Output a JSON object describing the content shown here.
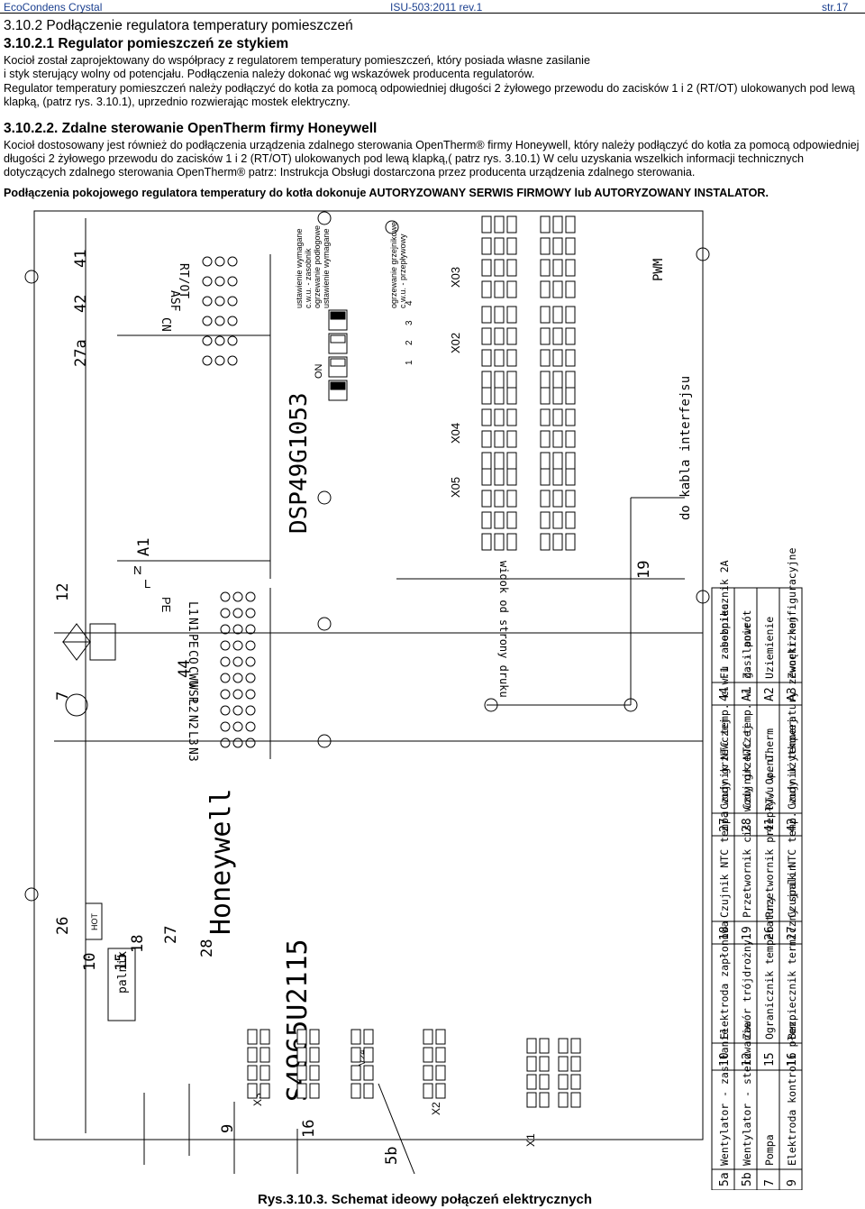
{
  "header": {
    "left": "EcoCondens Crystal",
    "center": "ISU-503:2011  rev.1",
    "right": "str.17"
  },
  "section": {
    "title": "3.10.2 Podłączenie regulatora temperatury pomieszczeń",
    "subtitle": "3.10.2.1 Regulator pomieszczeń ze stykiem",
    "para1_line1": "Kocioł został zaprojektowany do współpracy z regulatorem temperatury pomieszczeń, który posiada własne zasilanie",
    "para1_line2": "i styk sterujący wolny od potencjału. Podłączenia należy dokonać wg wskazówek producenta regulatorów.",
    "para2": "Regulator temperatury pomieszczeń należy podłączyć do kotła za pomocą odpowiedniej długości 2 żyłowego przewodu do zacisków 1 i 2 (RT/OT) ulokowanych pod lewą klapką, (patrz rys. 3.10.1), uprzednio rozwierając mostek elektryczny.",
    "ot_title": "3.10.2.2. Zdalne sterowanie OpenTherm firmy Honeywell",
    "ot_para": "Kocioł dostosowany jest również do podłączenia urządzenia zdalnego sterowania OpenTherm® firmy Honeywell, który należy podłączyć do kotła za pomocą odpowiedniej długości 2 żyłowego przewodu do zacisków 1 i 2 (RT/OT) ulokowanych pod lewą klapką,( patrz rys. 3.10.1)  W celu uzyskania wszelkich informacji technicznych dotyczących zdalnego sterowania OpenTherm®   patrz: Instrukcja Obsługi dostarczona przez producenta urządzenia zdalnego sterowania.",
    "notice": "Podłączenia pokojowego regulatora temperatury do kotła dokonuje AUTORYZOWANY SERWIS FIRMOWY lub AUTORYZOWANY INSTALATOR."
  },
  "diagram": {
    "switch_labels_a": [
      "ustawienie wymagane",
      "c.w.u. - zasobnik",
      "ogrzewanie podłogowe",
      "ustawienie wymagane"
    ],
    "switch_labels_b": [
      "ogrzewanie grzejnikowe",
      "c.w.u. - przepływowy"
    ],
    "on_label": "ON",
    "switch_numbers": [
      "1",
      "2",
      "3",
      "4"
    ],
    "board_name": "DSP49G1053",
    "brand": "Honeywell",
    "model": "S4965U2115",
    "connectors": [
      "X03",
      "X02",
      "X04",
      "X05",
      "X3",
      "V24",
      "X2",
      "X1"
    ],
    "view_label": "widok od strony druku",
    "pwm": "PWM",
    "cable_label": "do kabla interfejsu",
    "terminals_left": [
      "RT/OT",
      "ASF",
      "CN"
    ],
    "terminals_mid": [
      "L1",
      "N1",
      "PE",
      "CO",
      "CWU",
      "WSP",
      "L2",
      "N2",
      "L3",
      "N3"
    ],
    "component_numbers": [
      "27a",
      "42",
      "41",
      "44",
      "A1",
      "12",
      "7",
      "26",
      "10",
      "15",
      "18",
      "27",
      "28",
      "16",
      "9",
      "5b",
      "19"
    ],
    "component_labels": {
      "palnik": "palnik",
      "hot": "HOT",
      "n": "N",
      "l": "L",
      "pe": "PE"
    },
    "legend": [
      [
        "5a",
        "Wentylator - zasilanie",
        "10",
        "Elektroda zapłonowa",
        "18",
        "Czujnik NTC temp. wody grzewczej",
        "27a",
        "Czujnik NTC temp. c.w.u zasobnika",
        "44",
        "F1 - bezpiecznik 2A"
      ],
      [
        "5b",
        "Wentylator - sterowanie",
        "12",
        "Zawór trójdrożny",
        "19",
        "Przetwornik ciś. wody grzewczej",
        "28",
        "Czujnik NTC temp. w. g. - powrót",
        "A1",
        "Zasilanie"
      ],
      [
        "7",
        "Pompa",
        "15",
        "Ogranicznik temperatury",
        "26",
        "Przetwornik przepływu w. u.",
        "41",
        "RT/ OpenTherm",
        "A2",
        "Uziemienie"
      ],
      [
        "9",
        "Elektroda kontroli płom.",
        "16",
        "Bezpiecznik termiczny spalin",
        "27",
        "Czujnik NTC temp. wody użytkowej",
        "42",
        "Czujnik temperatury zewnętrznej",
        "A3",
        "Zworki konfiguracyjne"
      ]
    ]
  },
  "caption": "Rys.3.10.3. Schemat ideowy połączeń elektrycznych"
}
